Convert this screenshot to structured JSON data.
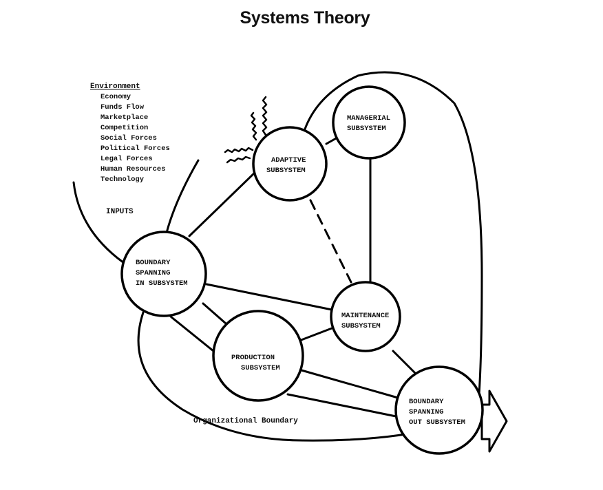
{
  "title": "Systems Theory",
  "environment": {
    "heading": "Environment",
    "items": [
      "Economy",
      "Funds Flow",
      "Marketplace",
      "Competition",
      "Social Forces",
      "Political Forces",
      "Legal Forces",
      "Human Resources",
      "Technology"
    ]
  },
  "inputs_label": "INPUTS",
  "boundary_label": "Organizational Boundary",
  "subsystems": {
    "managerial": [
      "MANAGERIAL",
      "SUBSYSTEM"
    ],
    "adaptive": [
      "ADAPTIVE",
      "SUBSYSTEM"
    ],
    "boundary_in": [
      "BOUNDARY",
      "SPANNING",
      "IN SUBSYSTEM"
    ],
    "maintenance": [
      "MAINTENANCE",
      "SUBSYSTEM"
    ],
    "production": [
      "PRODUCTION",
      "SUBSYSTEM"
    ],
    "boundary_out": [
      "BOUNDARY",
      "SPANNING",
      "OUT SUBSYSTEM"
    ]
  }
}
